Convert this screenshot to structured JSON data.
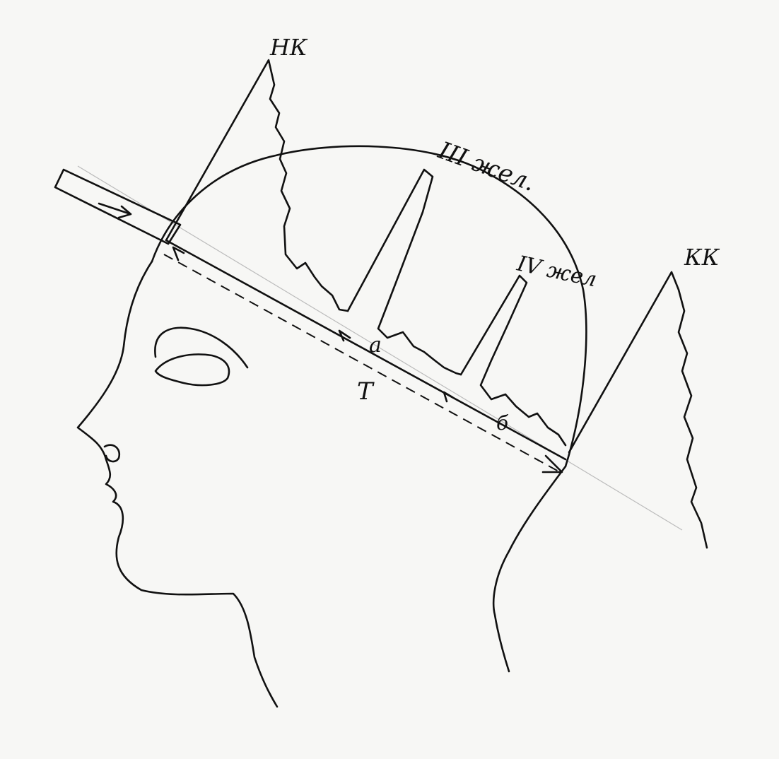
{
  "labels": {
    "initial_complex": "НК",
    "final_complex": "КК",
    "ventricle_3": "III жел.",
    "ventricle_4": "IV жел",
    "interval_a": "а",
    "interval_b": "б",
    "time_total": "T"
  },
  "colors": {
    "ink": "#111111",
    "paper": "#f7f7f5",
    "guide": "#bbbbbb"
  }
}
